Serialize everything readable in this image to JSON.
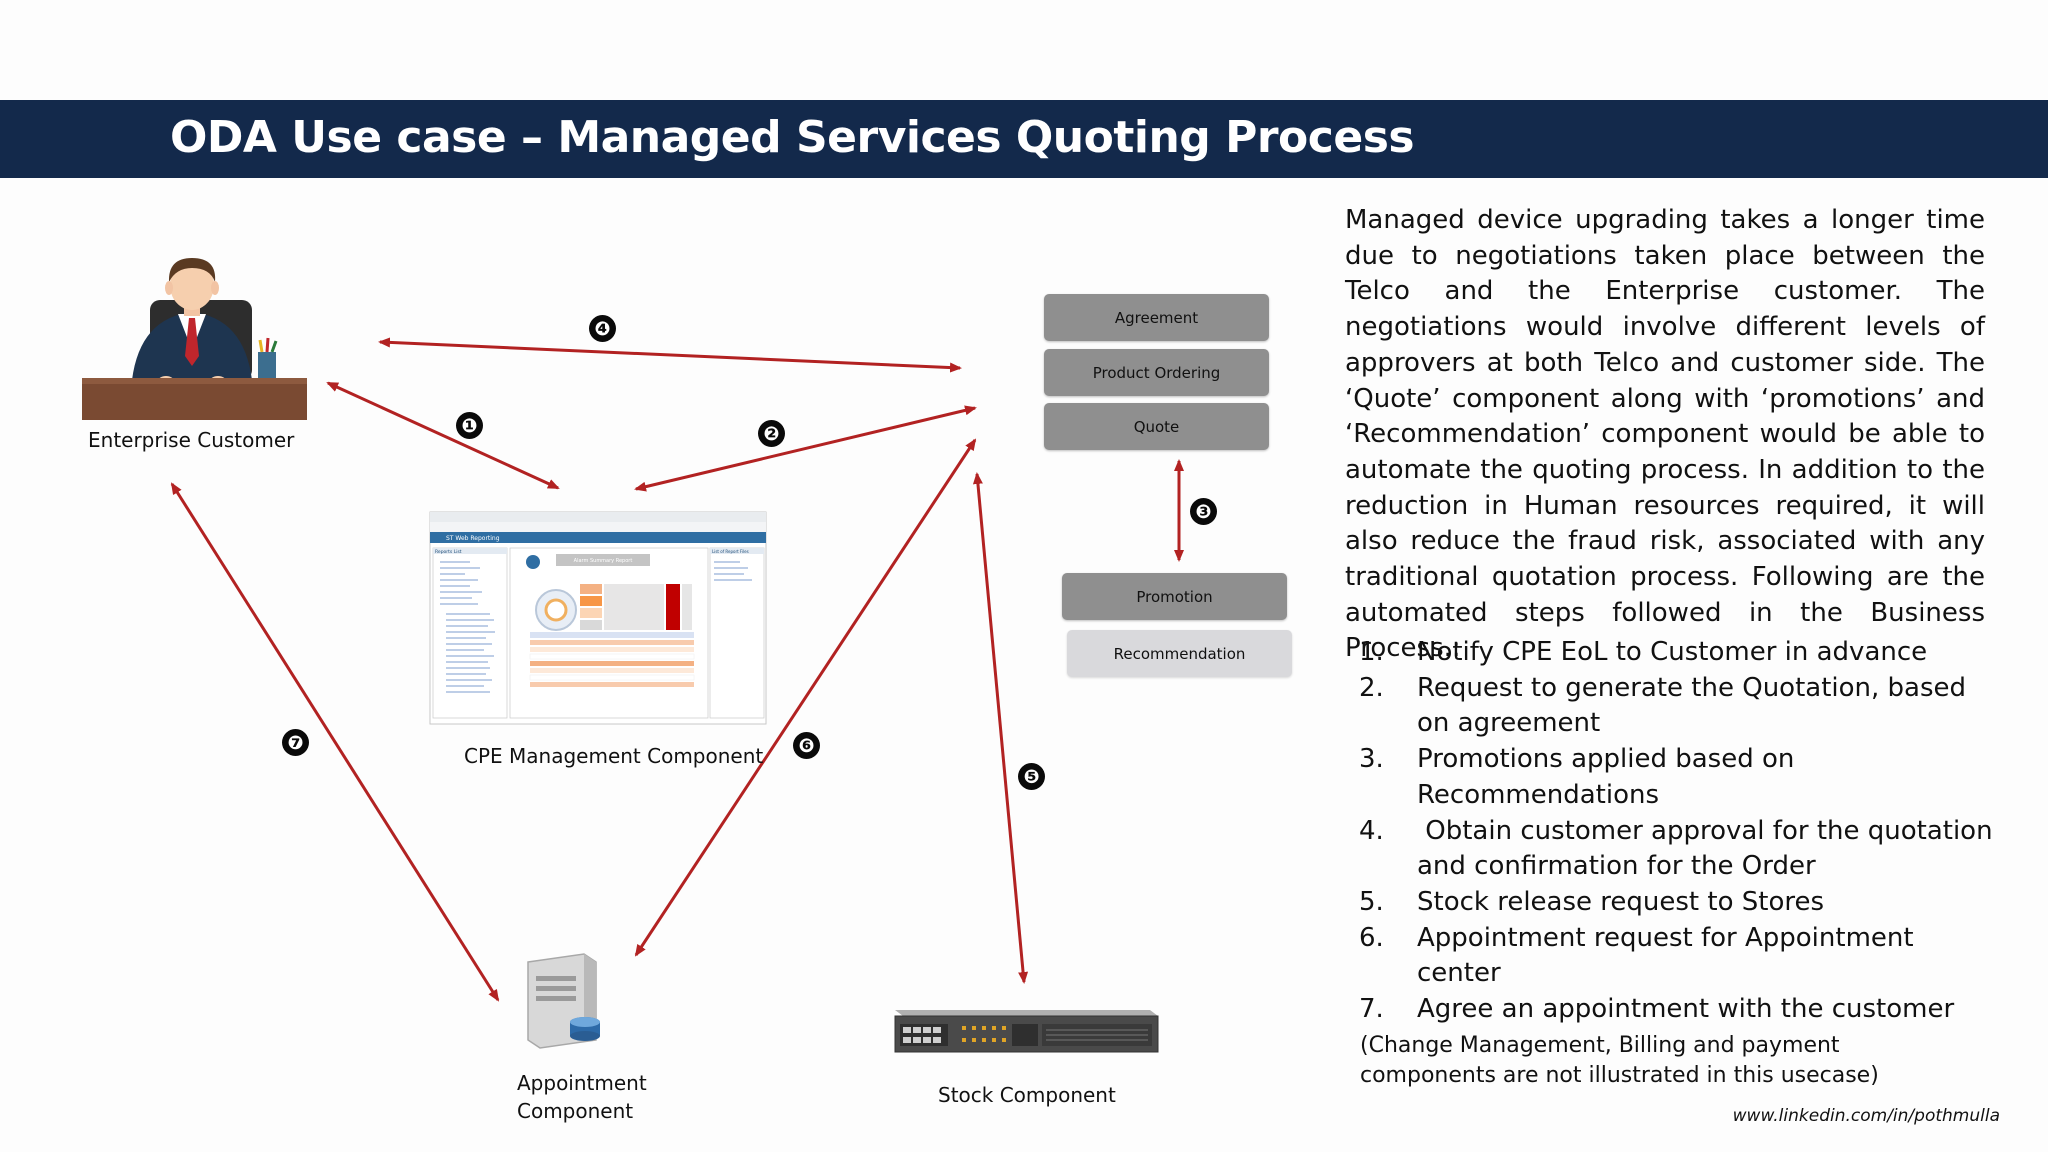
{
  "title": "ODA Use case – Managed Services Quoting Process",
  "components": {
    "enterprise_customer": "Enterprise Customer",
    "cpe_management": "CPE Management Component",
    "appointment_line1": "Appointment",
    "appointment_line2": "Component",
    "stock": "Stock Component"
  },
  "boxes": {
    "agreement": "Agreement",
    "product_ordering": "Product Ordering",
    "quote": "Quote",
    "promotion": "Promotion",
    "recommendation": "Recommendation"
  },
  "badges": [
    "❶",
    "❷",
    "❸",
    "❹",
    "❺",
    "❻",
    "❼"
  ],
  "description": "Managed device upgrading takes a longer time due to negotiations taken place between the Telco and the Enterprise customer. The negotiations would involve different levels of approvers at both Telco and customer side. The ‘Quote’ component along with ‘promotions’ and ‘Recommendation’ component would be able to automate the quoting process. In addition to the reduction in Human resources required, it will also reduce the fraud risk, associated with any traditional quotation process. Following are the automated steps followed in the Business Process.:",
  "steps": [
    {
      "num": "1.",
      "text": "Notify CPE EoL to Customer in advance"
    },
    {
      "num": "2.",
      "text": "Request to generate the Quotation, based on agreement"
    },
    {
      "num": "3.",
      "text": "Promotions applied based on Recommendations"
    },
    {
      "num": "4.",
      "text": " Obtain customer approval for the quotation and confirmation for the Order"
    },
    {
      "num": "5.",
      "text": "Stock release request to Stores"
    },
    {
      "num": "6.",
      "text": "Appointment request for Appointment center"
    },
    {
      "num": "7.",
      "text": "Agree an appointment with the customer"
    }
  ],
  "note": "(Change Management, Billing and payment components are not illustrated in this usecase)",
  "credit": "www.linkedin.com/in/pothmulla",
  "screenshot": {
    "app_title": "ST Web Reporting",
    "report_title": "Alarm Summary Report",
    "left_panel_title": "Reports List",
    "right_panel_title": "List of Report Files"
  },
  "colors": {
    "title_bar": "#13294b",
    "arrow": "#b22222",
    "box_dark": "#8f8f8f",
    "box_light": "#d9d9dc"
  }
}
